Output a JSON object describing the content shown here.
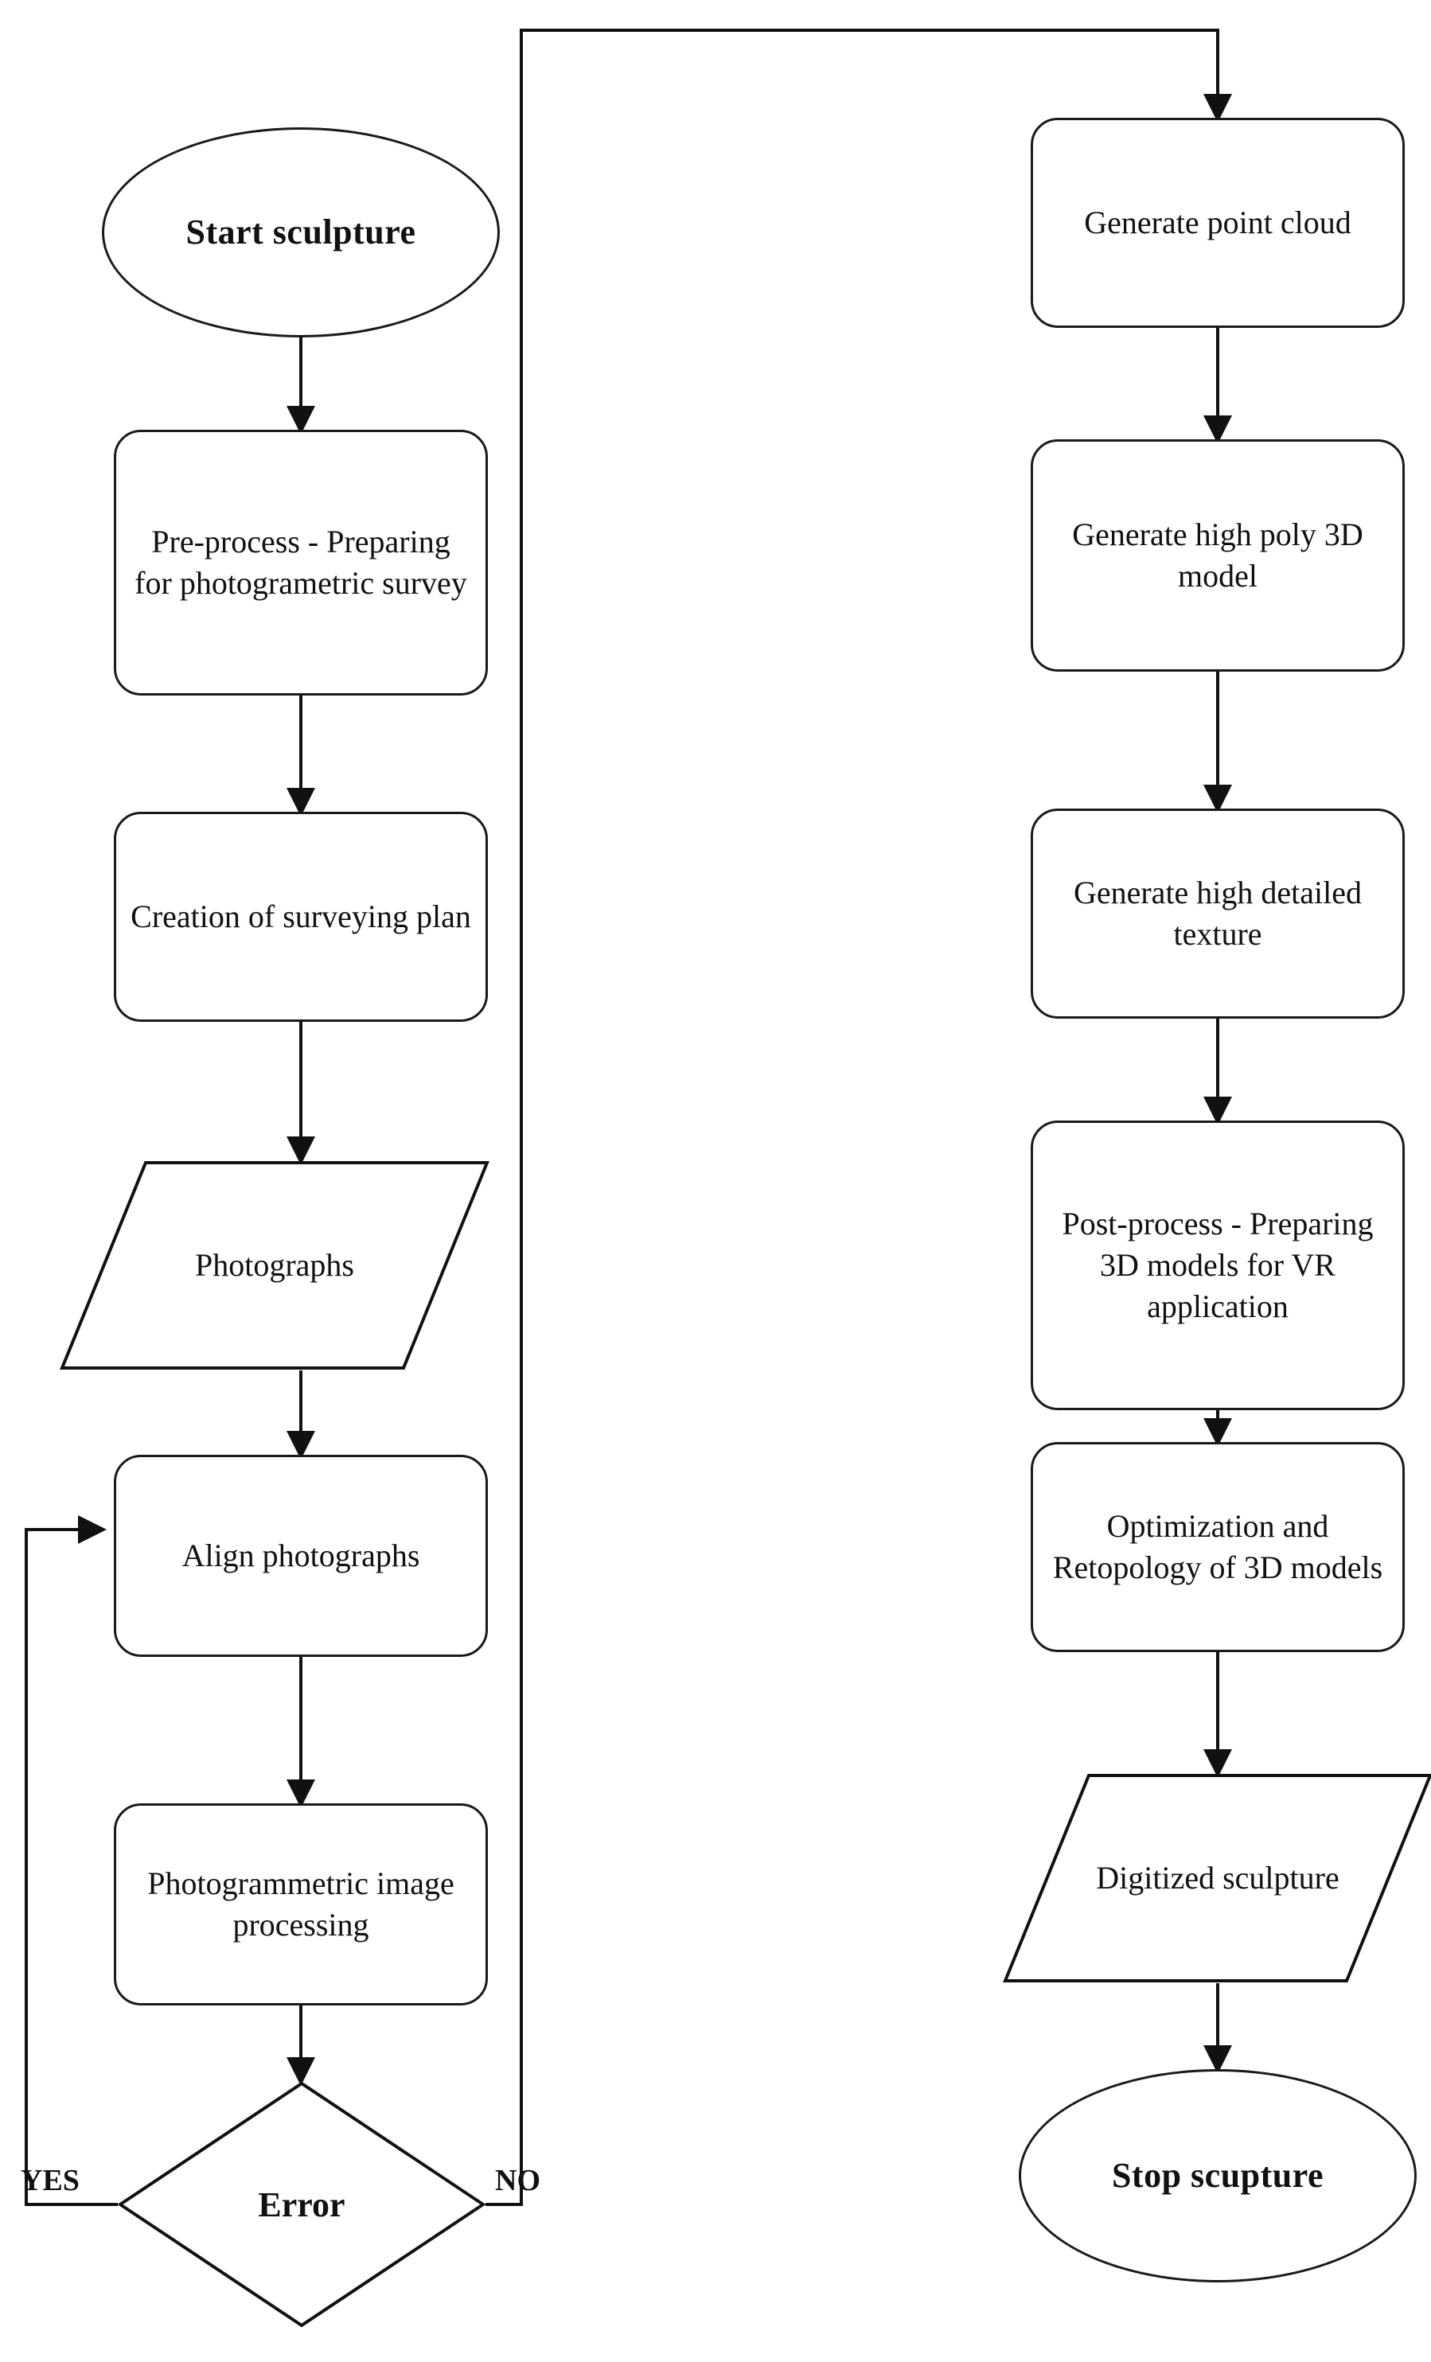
{
  "diagram": {
    "title": "Photogrammetric sculpture digitization workflow",
    "type": "flowchart",
    "orientation": "two-column, top-to-bottom",
    "stroke_color": "#1a1a1a",
    "background_color": "#ffffff"
  },
  "nodes": {
    "start": {
      "label": "Start sculpture",
      "shape": "ellipse"
    },
    "pre_process": {
      "label": "Pre-process - Preparing for photogrametric survey",
      "shape": "rounded-rectangle"
    },
    "surveying_plan": {
      "label": "Creation of surveying plan",
      "shape": "rounded-rectangle"
    },
    "photographs": {
      "label": "Photographs",
      "shape": "parallelogram"
    },
    "align": {
      "label": "Align photographs",
      "shape": "rounded-rectangle"
    },
    "image_processing": {
      "label": "Photogrammetric image processing",
      "shape": "rounded-rectangle"
    },
    "error": {
      "label": "Error",
      "shape": "diamond"
    },
    "point_cloud": {
      "label": "Generate point cloud",
      "shape": "rounded-rectangle"
    },
    "high_poly": {
      "label": "Generate high poly 3D model",
      "shape": "rounded-rectangle"
    },
    "texture": {
      "label": "Generate high detailed texture",
      "shape": "rounded-rectangle"
    },
    "post_process": {
      "label": "Post-process - Preparing 3D models for VR application",
      "shape": "rounded-rectangle"
    },
    "optimization": {
      "label": "Optimization and Retopology of 3D models",
      "shape": "rounded-rectangle"
    },
    "digitized": {
      "label": "Digitized sculpture",
      "shape": "parallelogram"
    },
    "stop": {
      "label": "Stop scupture",
      "shape": "ellipse"
    }
  },
  "edge_labels": {
    "yes": "YES",
    "no": "NO"
  },
  "edges": [
    {
      "from": "start",
      "to": "pre_process",
      "label": ""
    },
    {
      "from": "pre_process",
      "to": "surveying_plan",
      "label": ""
    },
    {
      "from": "surveying_plan",
      "to": "photographs",
      "label": ""
    },
    {
      "from": "photographs",
      "to": "align",
      "label": ""
    },
    {
      "from": "align",
      "to": "image_processing",
      "label": ""
    },
    {
      "from": "image_processing",
      "to": "error",
      "label": ""
    },
    {
      "from": "error",
      "to": "align",
      "label": "YES"
    },
    {
      "from": "error",
      "to": "point_cloud",
      "label": "NO"
    },
    {
      "from": "point_cloud",
      "to": "high_poly",
      "label": ""
    },
    {
      "from": "high_poly",
      "to": "texture",
      "label": ""
    },
    {
      "from": "texture",
      "to": "post_process",
      "label": ""
    },
    {
      "from": "post_process",
      "to": "optimization",
      "label": ""
    },
    {
      "from": "optimization",
      "to": "digitized",
      "label": ""
    },
    {
      "from": "digitized",
      "to": "stop",
      "label": ""
    }
  ]
}
